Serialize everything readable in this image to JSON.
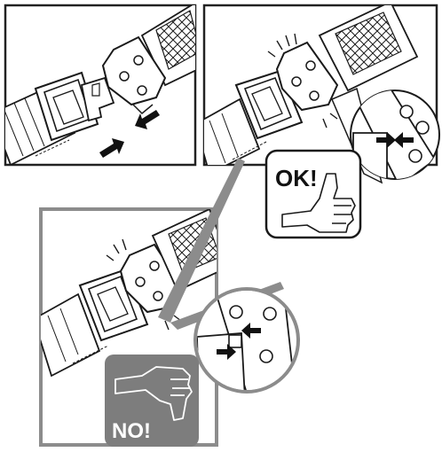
{
  "panels": {
    "step1": {
      "name": "connect-buckle-panel"
    },
    "step2": {
      "name": "buckle-closed-panel"
    },
    "step3": {
      "name": "buckle-not-closed-panel"
    }
  },
  "badges": {
    "ok": {
      "label": "OK!",
      "icon": "thumbs-up-icon"
    },
    "no": {
      "label": "NO!",
      "icon": "thumbs-down-icon"
    }
  },
  "colors": {
    "line": "#1a1a1a",
    "frame": "#222222",
    "gray_frame": "#8c8c8c",
    "no_badge_bg": "#7d7d7d",
    "ok_badge_bg": "#ffffff"
  }
}
